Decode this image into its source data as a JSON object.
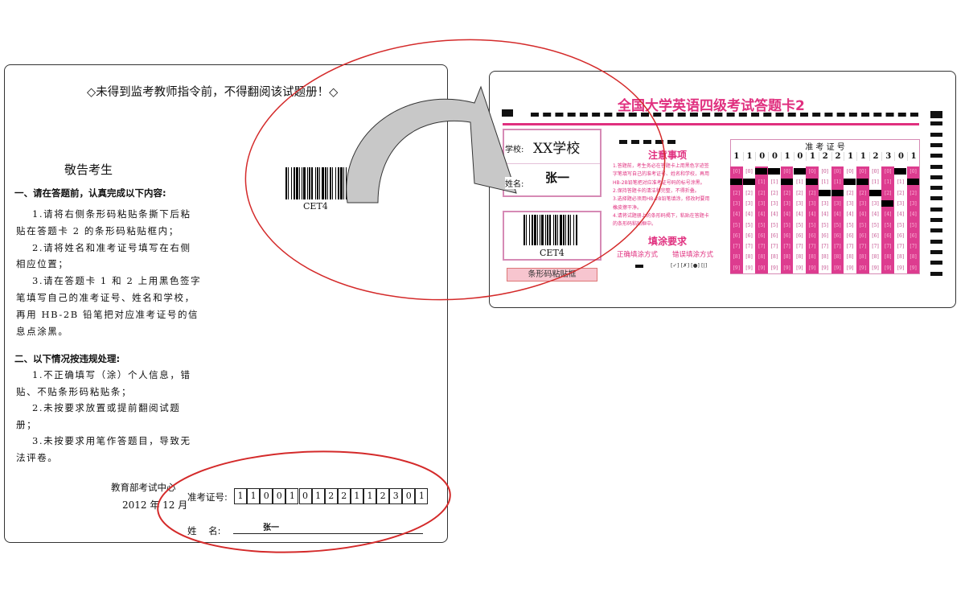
{
  "booklet": {
    "notice": "◇未得到监考教师指令前，不得翻阅该试题册！◇",
    "barcode_label": "CET4",
    "heading": "敬告考生",
    "section1_title": "一、请在答题前，认真完成以下内容:",
    "section1_lines": [
      "1.请将右侧条形码粘贴条撕下后粘",
      "贴在答题卡 2 的条形码粘贴框内；",
      "2.请将姓名和准考证号填写在右侧",
      "相应位置；",
      "3.请在答题卡 1 和 2 上用黑色签字",
      "笔填写自己的准考证号、姓名和学校，",
      "再用 HB-2B 铅笔把对应准考证号的信",
      "息点涂黑。"
    ],
    "section2_title": "二、以下情况按违规处理:",
    "section2_lines": [
      "1.不正确填写（涂）个人信息，错",
      "贴、不贴条形码粘贴条；",
      "2.未按要求放置或提前翻阅试题",
      "册；",
      "3.未按要求用笔作答题目，导致无",
      "法评卷。"
    ],
    "issuer": "教育部考试中心",
    "date": "2012 年 12 月",
    "id_label": "准考证号:",
    "id_digits": [
      "1",
      "1",
      "0",
      "0",
      "1",
      "0",
      "1",
      "2",
      "2",
      "1",
      "1",
      "2",
      "3",
      "0",
      "1"
    ],
    "name_label": "姓    名:",
    "name_value": "张一"
  },
  "answer_card": {
    "title": "全国大学英语四级考试答题卡2",
    "school_label": "学校:",
    "school_value": "XX学校",
    "name_label": "姓名:",
    "name_value": "张一",
    "barcode_label": "CET4",
    "barcode_box_label": "条形码粘贴框",
    "notes_title": "注意事项",
    "notes": [
      "1.答题前，考生务必在答题卡上用黑色字迹签",
      "字笔填写自己的准考证号、姓名和学校，再用",
      "HB-2B铅笔把对应准考证号码的标号涂黑。",
      "2.保持答题卡的清洁和完整，不得折叠。",
      "3.选择题必须用HB-2B铅笔填涂，修改时要用",
      "橡皮擦干净。",
      "4.请将试题册上的条形码揭下，粘贴在答题卡",
      "的条形码粘贴框中。"
    ],
    "fill_title": "填涂要求",
    "correct_label": "正确填涂方式",
    "wrong_label": "错误填涂方式",
    "wrong_examples": "[✓] [✗] [●] [|]",
    "id_header": "准 考 证 号",
    "id_digits": [
      "1",
      "1",
      "0",
      "0",
      "1",
      "0",
      "1",
      "2",
      "2",
      "1",
      "1",
      "2",
      "3",
      "0",
      "1"
    ],
    "bubble_labels": [
      "[0]",
      "[1]",
      "[2]",
      "[3]",
      "[4]",
      "[5]",
      "[6]",
      "[7]",
      "[8]",
      "[9]"
    ]
  },
  "colors": {
    "accent": "#e0307f",
    "ellipse": "#d42a2a",
    "arrow": "#c8c8c8"
  }
}
